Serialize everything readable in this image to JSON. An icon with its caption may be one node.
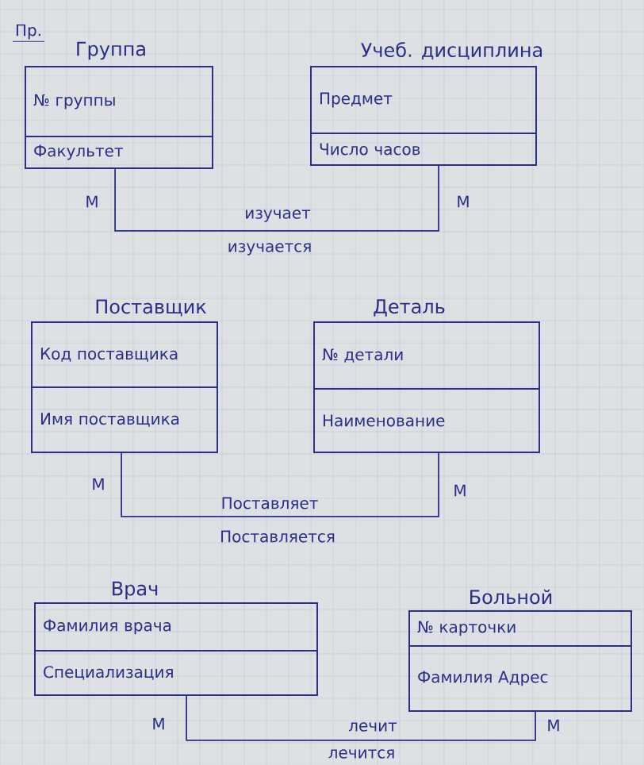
{
  "diagram": {
    "nodes": [
      {
        "text": [
          "Группа"
        ]
      },
      {
        "text": [
          "№ группы"
        ],
        "in": 0
      },
      {
        "text": [
          "Факультет"
        ],
        "in": 0
      },
      {
        "text": [
          "Учеб. дисциплина"
        ]
      },
      {
        "text": [
          "Предмет"
        ],
        "in": 3
      },
      {
        "text": [
          "Число часов"
        ],
        "in": 3
      },
      {
        "text": [
          "Поставщик"
        ]
      },
      {
        "text": [
          "Код поставщика"
        ],
        "in": 6
      },
      {
        "text": [
          "Имя поставщика"
        ],
        "in": 6
      },
      {
        "text": [
          "Деталь"
        ]
      },
      {
        "text": [
          "№ детали"
        ],
        "in": 9
      },
      {
        "text": [
          "Наименование"
        ],
        "in": 9
      },
      {
        "text": [
          "Врач"
        ]
      },
      {
        "text": [
          "Фамилия врача"
        ],
        "in": 12
      },
      {
        "text": [
          "Специализация"
        ],
        "in": 12
      },
      {
        "text": [
          "Больной"
        ]
      },
      {
        "text": [
          "№ карточки"
        ],
        "in": 15
      },
      {
        "text": [
          "Фамилия Адрес"
        ],
        "in": 15
      }
    ],
    "edges": [
      {
        "from": 0,
        "to": 3,
        "arrow": "none",
        "label": "изучает"
      },
      {
        "from": 6,
        "to": 9,
        "arrow": "none",
        "label": "Поставляет"
      },
      {
        "from": 12,
        "to": 15,
        "arrow": "none",
        "label": "лечит"
      }
    ],
    "labels": [
      "Пр.",
      "М",
      "М",
      "изучается",
      "М",
      "М",
      "Поставляется",
      "М",
      "М",
      "лечится"
    ]
  }
}
